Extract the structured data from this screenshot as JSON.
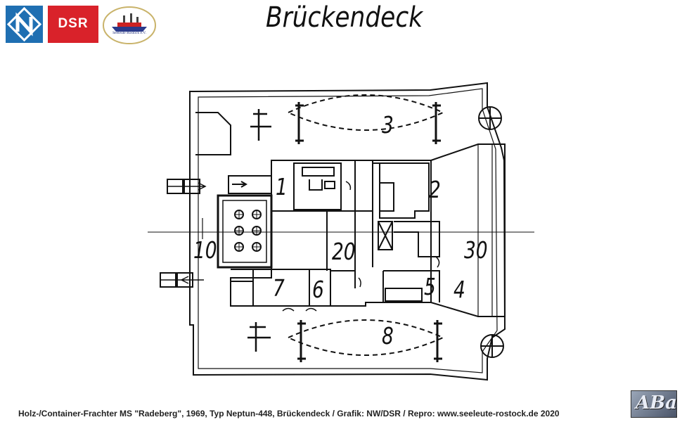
{
  "title": "Brückendeck",
  "logos": {
    "dsr_text": "DSR",
    "seeleute_text": "Seeleute Rostock e.V.",
    "aba_text": "ABa"
  },
  "room_labels": [
    "1",
    "2",
    "3",
    "4",
    "5",
    "6",
    "7",
    "8",
    "10",
    "20",
    "30"
  ],
  "caption": "Holz-/Container-Frachter MS \"Radeberg\", 1969, Typ Neptun-448, Brückendeck / Grafik: NW/DSR / Repro: www.seeleute-rostock.de 2020",
  "colors": {
    "dsr_red": "#d9222a",
    "neptun_blue": "#1f6fb2",
    "line": "#111111"
  }
}
